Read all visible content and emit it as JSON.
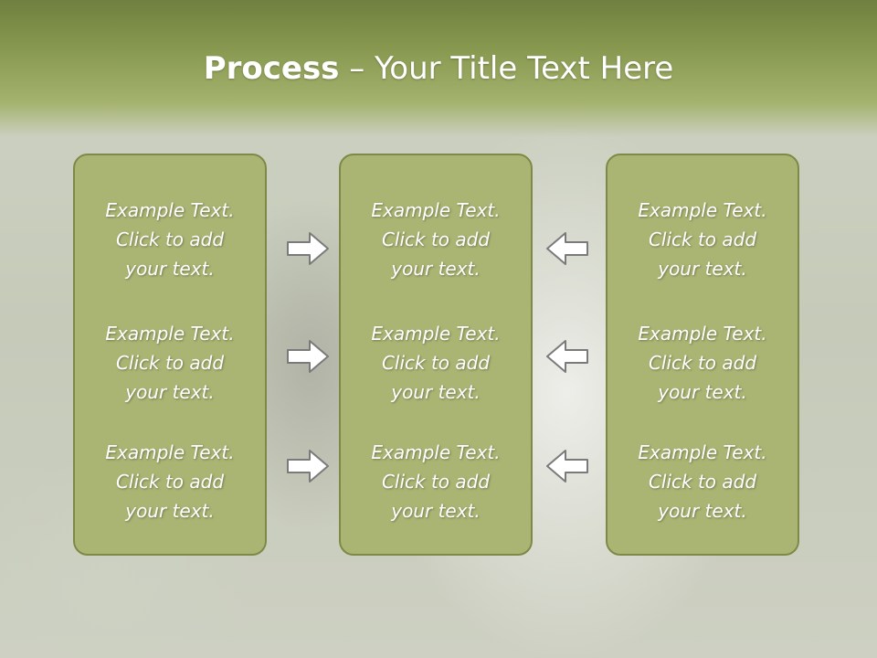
{
  "title": {
    "bold": "Process",
    "rest": " – Your Title Text Here"
  },
  "panels": [
    {
      "items": [
        {
          "line1": "Example Text.",
          "line2": "Click  to add",
          "line3": "your text."
        },
        {
          "line1": "Example Text.",
          "line2": "Click  to add",
          "line3": "your text."
        },
        {
          "line1": "Example Text.",
          "line2": "Click  to add",
          "line3": "your text."
        }
      ]
    },
    {
      "items": [
        {
          "line1": "Example Text.",
          "line2": "Click  to add",
          "line3": "your text."
        },
        {
          "line1": "Example Text.",
          "line2": "Click  to add",
          "line3": "your text."
        },
        {
          "line1": "Example Text.",
          "line2": "Click  to add",
          "line3": "your text."
        }
      ]
    },
    {
      "items": [
        {
          "line1": "Example Text.",
          "line2": "Click  to add",
          "line3": "your text."
        },
        {
          "line1": "Example Text.",
          "line2": "Click  to add",
          "line3": "your text."
        },
        {
          "line1": "Example Text.",
          "line2": "Click  to add",
          "line3": "your text."
        }
      ]
    }
  ],
  "colors": {
    "header": "#87984f",
    "panel_fill": "#abb573",
    "panel_border": "#7e8948",
    "text": "#ffffff",
    "arrow_fill": "#ffffff",
    "arrow_stroke": "#7a7a7a"
  },
  "arrows": {
    "left_column": "arrow-right-icon",
    "right_column": "arrow-left-icon"
  }
}
